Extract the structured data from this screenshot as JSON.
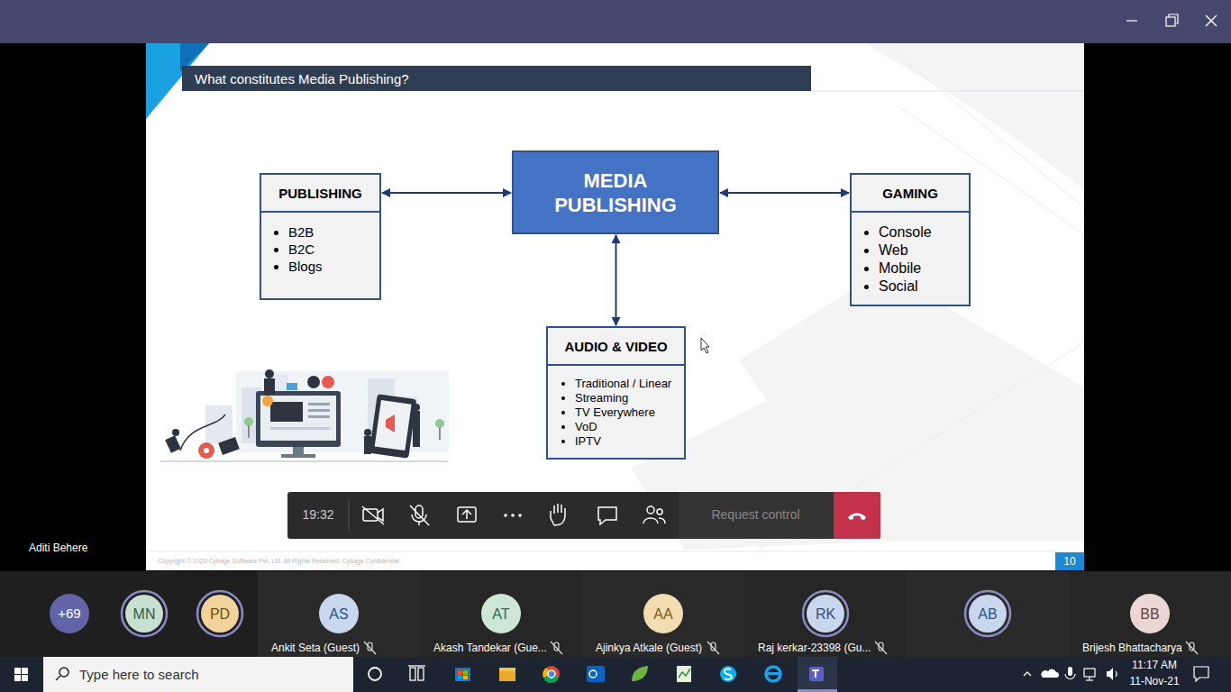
{
  "diagram": {
    "title": "What constitutes Media Publishing?",
    "nodes": [
      {
        "text": [
          "PUBLISHING",
          "B2B",
          "B2C",
          "Blogs"
        ]
      },
      {
        "text": [
          "MEDIA PUBLISHING"
        ]
      },
      {
        "text": [
          "GAMING",
          "Console",
          "Web",
          "Mobile",
          "Social"
        ]
      },
      {
        "text": [
          "AUDIO & VIDEO",
          "Traditional / Linear",
          "Streaming",
          "TV Everywhere",
          "VoD",
          "IPTV"
        ]
      }
    ],
    "edges": [
      {
        "from": 0,
        "to": 1,
        "arrow": "both"
      },
      {
        "from": 1,
        "to": 2,
        "arrow": "both"
      },
      {
        "from": 1,
        "to": 3,
        "arrow": "both"
      }
    ],
    "labels": [
      "19:32",
      "Request control",
      "Aditi Behere",
      "10",
      "Copyright © 2020 Cybage Software Pvt. Ltd. All Rights Reserved. Cybage Confidential",
      "+69",
      "MN",
      "PD",
      "AS",
      "Ankit Seta (Guest)",
      "AT",
      "Akash Tandekar (Gue...",
      "AA",
      "Ajinkya Atkale (Guest)",
      "RK",
      "Raj kerkar-23398 (Gu...",
      "AB",
      "BB",
      "Brijesh Bhattacharya",
      "Type here to search",
      "11:17 AM",
      "11-Nov-21"
    ]
  }
}
